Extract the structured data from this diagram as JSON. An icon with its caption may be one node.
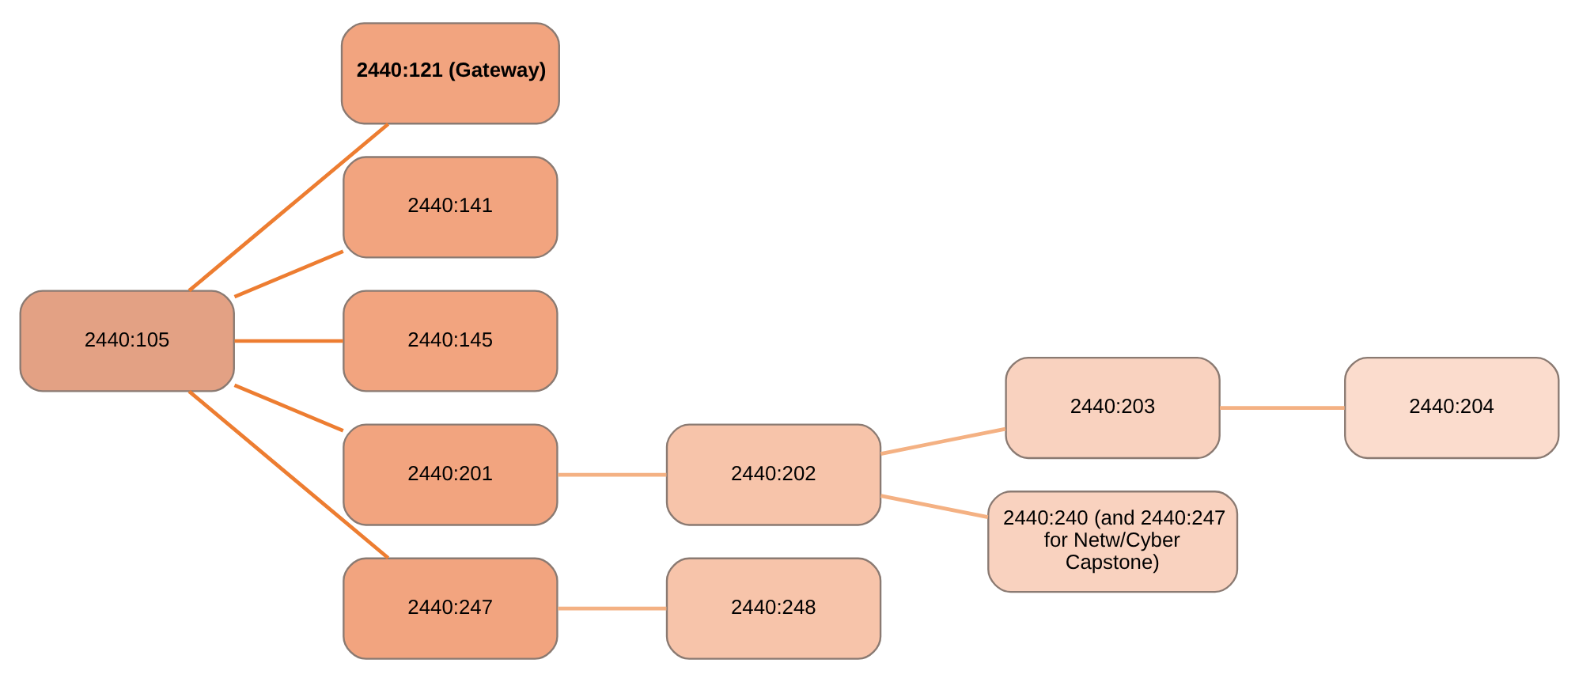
{
  "diagram": {
    "nodes": [
      {
        "text": [
          "2440:105"
        ]
      },
      {
        "text": [
          "2440:121 (Gateway)"
        ]
      },
      {
        "text": [
          "2440:141"
        ]
      },
      {
        "text": [
          "2440:145"
        ]
      },
      {
        "text": [
          "2440:201"
        ]
      },
      {
        "text": [
          "2440:247"
        ]
      },
      {
        "text": [
          "2440:202"
        ]
      },
      {
        "text": [
          "2440:248"
        ]
      },
      {
        "text": [
          "2440:203"
        ]
      },
      {
        "text": [
          "2440:240 (and 2440:247 for Netw/Cyber Capstone)"
        ]
      },
      {
        "text": [
          "2440:204"
        ]
      }
    ],
    "edges": [
      {
        "from": 0,
        "to": 1,
        "arrow": "none"
      },
      {
        "from": 0,
        "to": 2,
        "arrow": "none"
      },
      {
        "from": 0,
        "to": 3,
        "arrow": "none"
      },
      {
        "from": 0,
        "to": 4,
        "arrow": "none"
      },
      {
        "from": 0,
        "to": 5,
        "arrow": "none"
      },
      {
        "from": 4,
        "to": 6,
        "arrow": "none",
        "color": "#f4b183"
      },
      {
        "from": 5,
        "to": 7,
        "arrow": "none",
        "color": "#f4b183"
      },
      {
        "from": 6,
        "to": 8,
        "arrow": "none",
        "color": "#f4b183"
      },
      {
        "from": 6,
        "to": 9,
        "arrow": "none",
        "color": "#f4b183"
      },
      {
        "from": 8,
        "to": 10,
        "arrow": "none",
        "color": "#f4b183"
      }
    ]
  }
}
